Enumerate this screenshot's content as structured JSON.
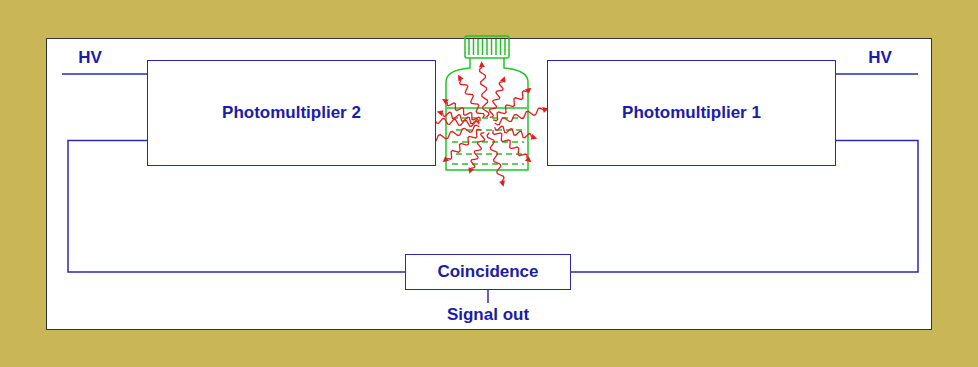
{
  "diagram": {
    "nodes": [
      {
        "text": [
          "Photomultiplier 2"
        ]
      },
      {
        "text": [
          "Photomultiplier 1"
        ]
      },
      {
        "text": [
          "Coincidence"
        ]
      }
    ],
    "edges": [
      {
        "from": 0,
        "to": 2,
        "arrow": "none"
      },
      {
        "from": 1,
        "to": 2,
        "arrow": "none"
      }
    ],
    "labels": [
      "HV",
      "HV",
      "Signal out"
    ]
  }
}
